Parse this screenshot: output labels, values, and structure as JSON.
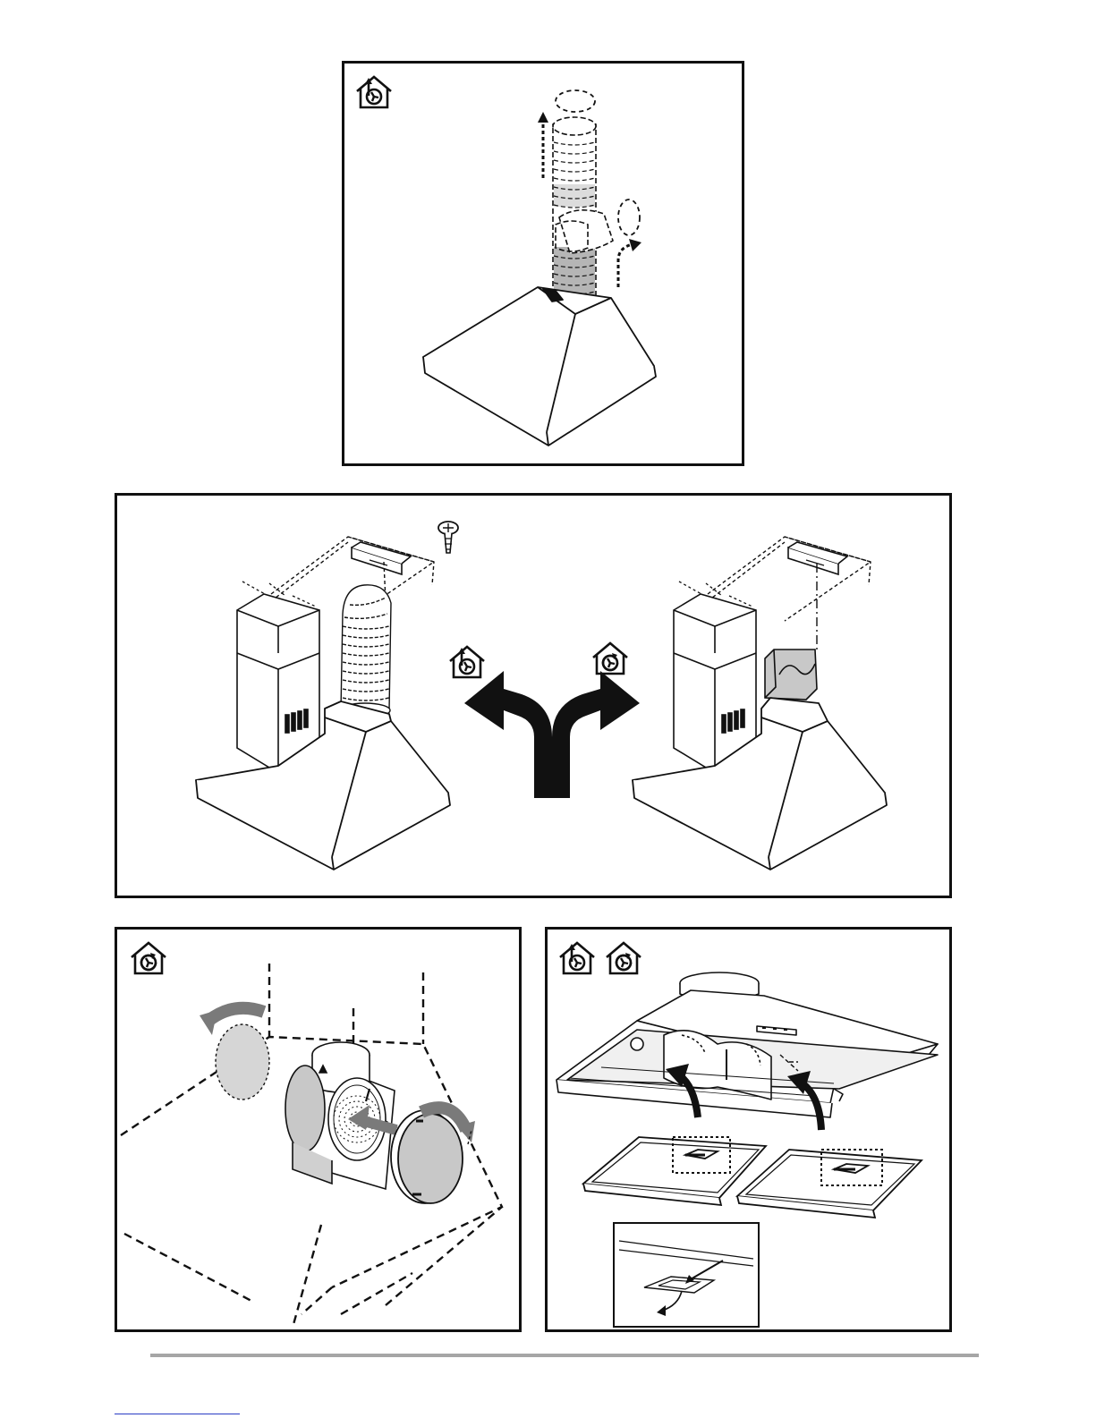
{
  "figures": [
    {
      "id": "fig-top",
      "mode_icons": [
        "extraction-mode-icon"
      ]
    },
    {
      "id": "fig-mid",
      "mode_icons": [
        "extraction-mode-icon",
        "recirculation-mode-icon"
      ]
    },
    {
      "id": "fig-bl",
      "mode_icons": [
        "recirculation-mode-icon"
      ]
    },
    {
      "id": "fig-br",
      "mode_icons": [
        "extraction-mode-icon",
        "recirculation-mode-icon"
      ]
    }
  ],
  "colors": {
    "line": "#111111",
    "fill_gray": "#c8c8c8",
    "footer_rule": "#a6a6a6",
    "link": "#2a3cc4"
  }
}
